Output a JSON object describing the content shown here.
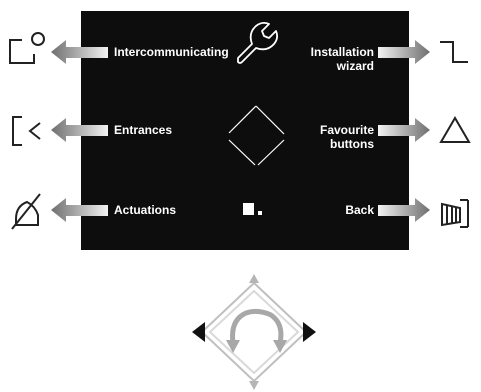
{
  "menu": {
    "left": [
      {
        "label": "Intercommunicating",
        "icon": "camera-door-icon"
      },
      {
        "label": "Entrances",
        "icon": "entrance-icon"
      },
      {
        "label": "Actuations",
        "icon": "muted-bell-icon"
      }
    ],
    "right": [
      {
        "label_line1": "Installation",
        "label_line2": "wizard",
        "icon": "step-icon"
      },
      {
        "label_line1": "Favourite",
        "label_line2": "buttons",
        "icon": "triangle-icon"
      },
      {
        "label_line1": "Back",
        "label_line2": "",
        "icon": "door-icon"
      }
    ],
    "center_icons": [
      "wrench-icon",
      "diamond-navigation-icon",
      "page-indicator-icon"
    ]
  },
  "controller": {
    "icon": "navigation-ring-icon",
    "arrows": [
      "up",
      "down",
      "left",
      "right"
    ]
  },
  "colors": {
    "screen_bg": "#0d0d0d",
    "text": "#ffffff",
    "arrow_light": "#e8e8e8",
    "arrow_dark": "#7a7a7a"
  }
}
